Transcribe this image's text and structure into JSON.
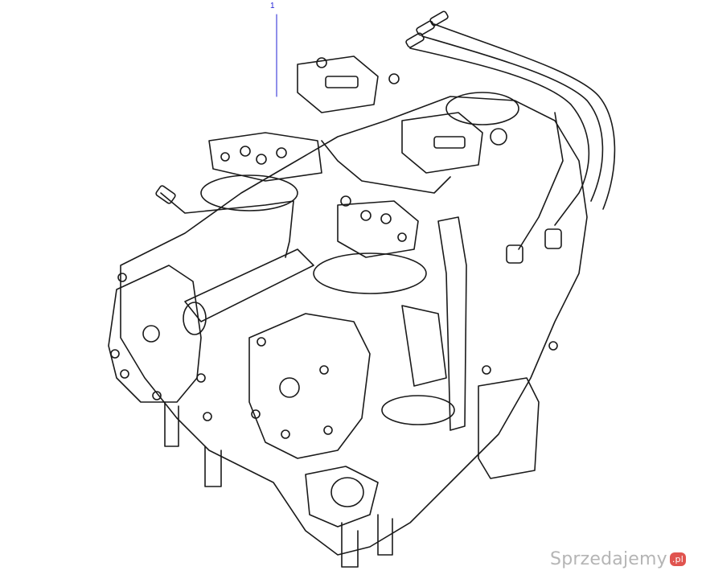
{
  "diagram": {
    "callout": "1",
    "accent_color": "#1f1fd6",
    "line_color": "#1a1a1a"
  },
  "watermark": {
    "text": "Sprzedajemy",
    "suffix": ".pl",
    "suffix_color": "#e0544f"
  }
}
